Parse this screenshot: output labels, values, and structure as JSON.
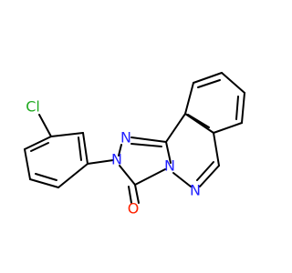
{
  "molecule": {
    "atom_labels": {
      "chlorine": "Cl",
      "n1": "N",
      "n2": "N",
      "n3": "N",
      "n4": "N",
      "oxygen": "O"
    },
    "colors": {
      "bond": "#000000",
      "nitrogen": "#2222ff",
      "chlorine": "#22aa22",
      "oxygen": "#ff2200"
    }
  }
}
